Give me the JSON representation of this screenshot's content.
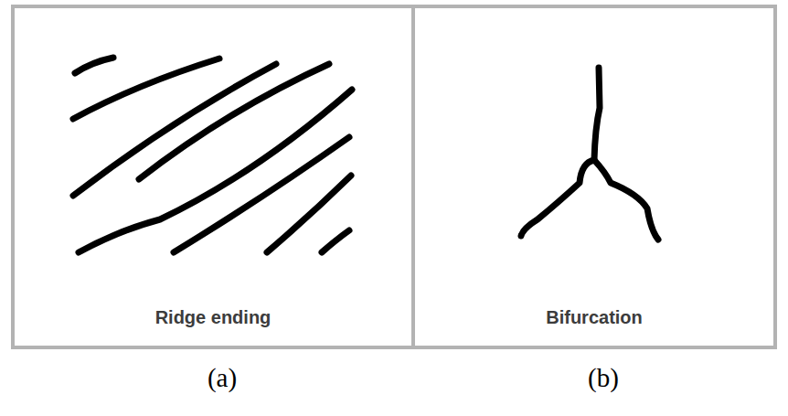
{
  "diagram": {
    "nodes": [
      {
        "text": [
          "Ridge ending"
        ]
      },
      {
        "text": [
          "Bifurcation"
        ]
      }
    ],
    "labels": [
      "(a)",
      "(b)"
    ]
  }
}
